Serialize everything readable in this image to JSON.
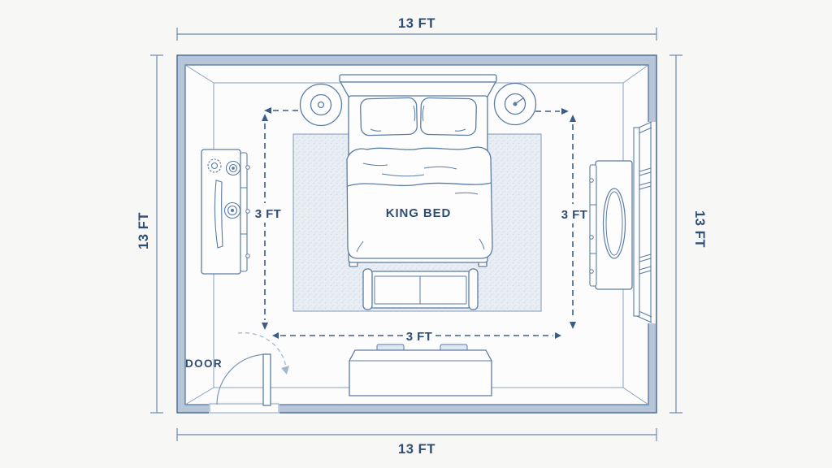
{
  "plan": {
    "type": "bedroom-floor-plan",
    "dimensions": {
      "top": "13 FT",
      "bottom": "13 FT",
      "left": "13 FT",
      "right": "13 FT"
    },
    "clearances": {
      "left": "3 FT",
      "right": "3 FT",
      "bottom": "3 FT"
    },
    "bed_label": "KING BED",
    "door_label": "DOOR",
    "furniture": [
      "king-bed",
      "pillow-left",
      "pillow-right",
      "nightstand-lamp-left",
      "nightstand-lamp-right",
      "area-rug",
      "foot-bench",
      "dresser-left",
      "dresser-right",
      "leaning-shelf",
      "media-console",
      "door"
    ],
    "colors": {
      "background": "#f7f8f6",
      "floor": "#fcfcfd",
      "wall_fill": "#b7c5d8",
      "wall_stroke": "#4e6f99",
      "line": "#5b7ca3",
      "text": "#2e4d74",
      "dashed": "#3a5d88",
      "rug_fill": "#e9eef4"
    }
  }
}
